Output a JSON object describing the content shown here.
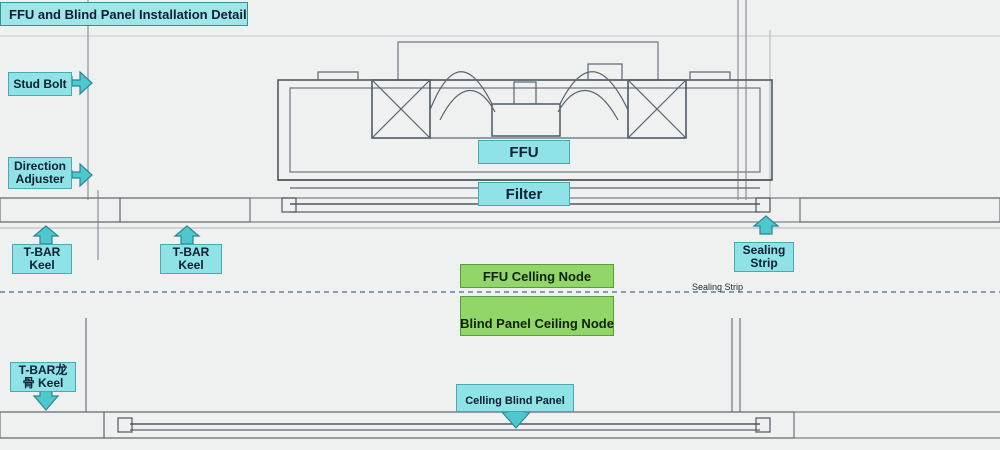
{
  "title": "FFU and Blind Panel Installation Detail",
  "labels": {
    "stud_bolt": "Stud Bolt",
    "direction_adjuster": "Direction Adjuster",
    "tbar_keel_left": "T-BAR Keel",
    "tbar_keel_mid": "T-BAR Keel",
    "ffu": "FFU",
    "filter": "Filter",
    "sealing_strip_box": "Sealing Strip",
    "ffu_ceiling_node": "FFU Celling Node",
    "blind_panel_ceiling_node": "Blind Panel Ceiling Node",
    "sealing_strip_note": "Sealing Strip",
    "tbar_keel_cn": "T-BAR龙骨 Keel",
    "ceiling_blind_panel": "Celling Blind Panel"
  },
  "colors": {
    "label_fill": "#8fe3e6",
    "node_fill": "#92d669",
    "line": "#5a6470",
    "background": "#eef1ef"
  }
}
